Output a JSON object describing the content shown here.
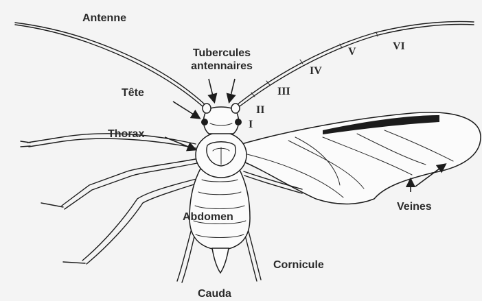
{
  "labels": {
    "antenne": "Antenne",
    "tubercules_line1": "Tubercules",
    "tubercules_line2": "antennaires",
    "tete": "Tête",
    "thorax": "Thorax",
    "abdomen": "Abdomen",
    "veines": "Veines",
    "cornicule": "Cornicule",
    "cauda": "Cauda"
  },
  "segments": [
    "I",
    "II",
    "III",
    "IV",
    "V",
    "VI"
  ]
}
